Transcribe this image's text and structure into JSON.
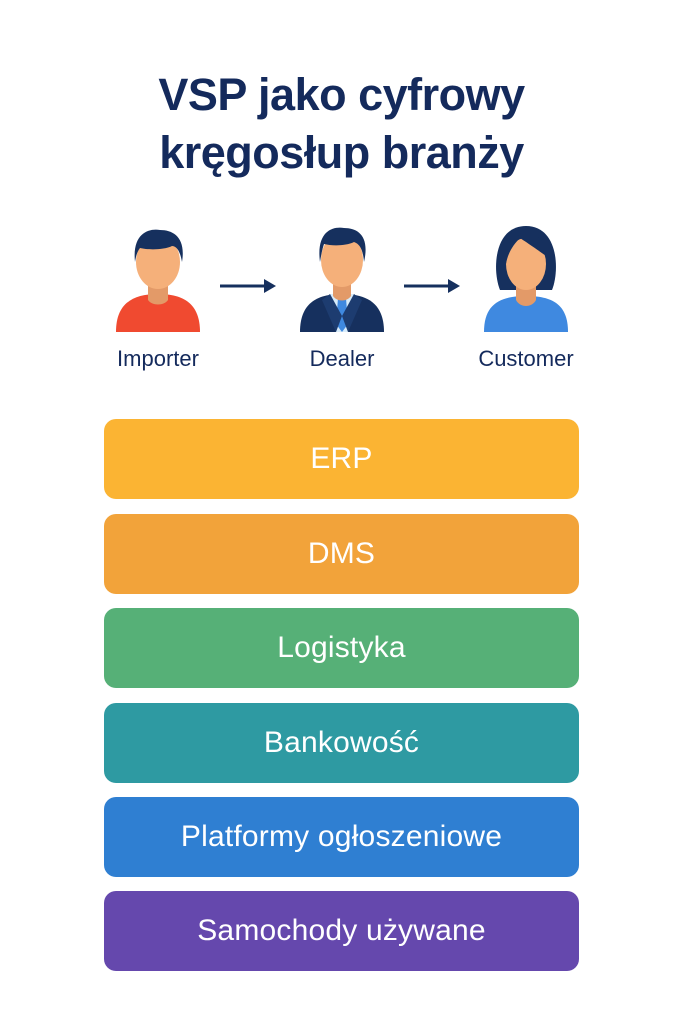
{
  "title": {
    "line1": "VSP jako cyfrowy",
    "line2": "kręgosłup branży"
  },
  "actors": [
    {
      "label": "Importer",
      "icon": "person-red-shirt-icon",
      "shirt_color": "#f04a30"
    },
    {
      "label": "Dealer",
      "icon": "person-suit-icon",
      "shirt_color": "#16305e"
    },
    {
      "label": "Customer",
      "icon": "person-woman-icon",
      "shirt_color": "#3f89e0"
    }
  ],
  "flow_arrows": [
    "arrow-right-icon",
    "arrow-right-icon"
  ],
  "layers": [
    {
      "label": "ERP",
      "color": "#fbb433"
    },
    {
      "label": "DMS",
      "color": "#f2a33a"
    },
    {
      "label": "Logistyka",
      "color": "#56b077"
    },
    {
      "label": "Bankowość",
      "color": "#2e9aa2"
    },
    {
      "label": "Platformy ogłoszeniowe",
      "color": "#2f7fd2"
    },
    {
      "label": "Samochody używane",
      "color": "#6548ad"
    }
  ],
  "colors": {
    "title": "#142a5c",
    "skin": "#f5b07a",
    "hair": "#16305e"
  }
}
